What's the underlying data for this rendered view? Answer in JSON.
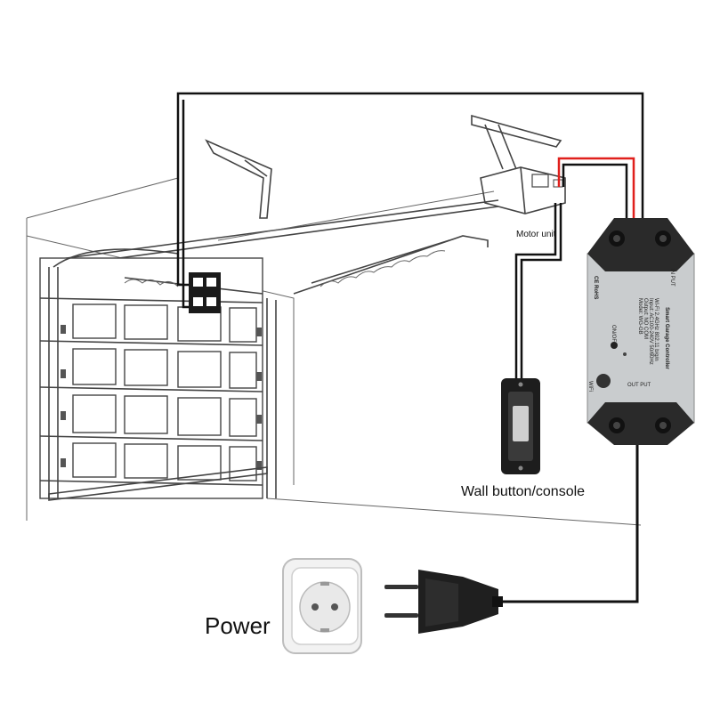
{
  "labels": {
    "motor_unit": "Motor unit",
    "wall_button": "Wall button/console",
    "power": "Power"
  },
  "controller": {
    "input_label": "IN PUT",
    "output_label": "OUT PUT",
    "title": "Smart Garage Controller",
    "spec_lines": [
      "Wi-Fi 2.4GHz 802.11 b/g/n",
      "Input: AC100-240V 50/60Hz",
      "Output: NO COM",
      "Model: WG-GB"
    ],
    "onoff_label": "ON/OFF",
    "wifi_label": "WiFi",
    "cert_marks": "CE RoHS"
  },
  "colors": {
    "wire_black": "#111111",
    "wire_red": "#e0201c",
    "controller_body": "#c9ccce",
    "controller_cap": "#2a2a2a"
  }
}
